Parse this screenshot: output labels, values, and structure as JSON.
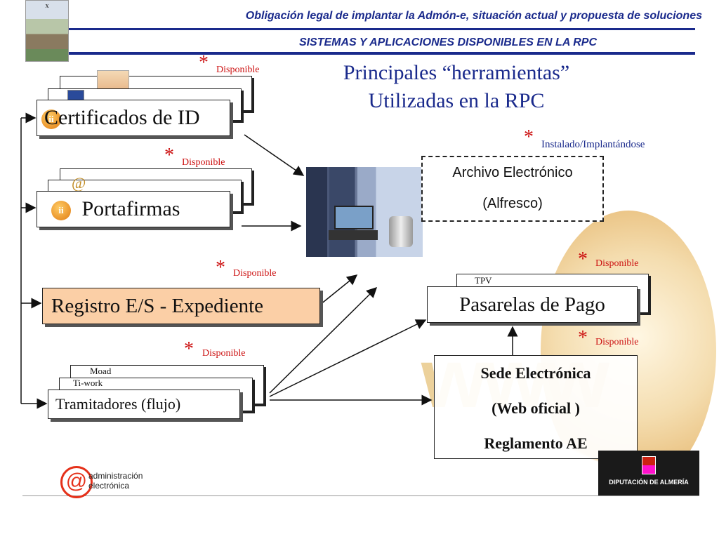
{
  "header": {
    "line1": "Obligación legal de implantar la Admón-e, situación actual y propuesta de soluciones",
    "line2": "SISTEMAS Y APLICACIONES DISPONIBLES EN LA RPC"
  },
  "title": {
    "line1": "Principales “herramientas”",
    "line2": "Utilizadas en la RPC"
  },
  "star": "*",
  "labels": {
    "disponible": "Disponible",
    "instalado": "Instalado/Implantándose"
  },
  "boxes": {
    "certificados": "Certificados de ID",
    "portafirmas": "Portafirmas",
    "registro": "Registro E/S - Expediente",
    "tramitadores": "Tramitadores (flujo)",
    "moad": "Moad",
    "tiwork": "Ti-work",
    "archivo_line1": "Archivo Electrónico",
    "archivo_line2": "(Alfresco)",
    "pasarelas": "Pasarelas de Pago",
    "tpv": "TPV",
    "sede_line1": "Sede Electrónica",
    "sede_line2": "(Web oficial )",
    "sede_line3": "Reglamento AE"
  },
  "footer": {
    "adm_line1": "administración",
    "adm_line2": "electrónica",
    "diputacion": "DIPUTACIÓN DE ALMERÍA"
  },
  "colors": {
    "header": "#1a2a8c",
    "accent": "#cc1111",
    "registro_fill": "#fbcfa6"
  }
}
